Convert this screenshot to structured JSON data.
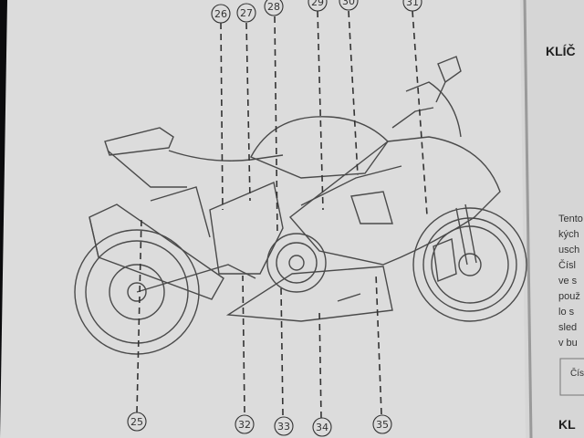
{
  "left_page": {
    "callouts": [
      {
        "id": "c25",
        "label": "25"
      },
      {
        "id": "c26",
        "label": "26"
      },
      {
        "id": "c27",
        "label": "27"
      },
      {
        "id": "c28",
        "label": "28"
      },
      {
        "id": "c29",
        "label": "29"
      },
      {
        "id": "c30",
        "label": "30"
      },
      {
        "id": "c31",
        "label": "31"
      },
      {
        "id": "c32",
        "label": "32"
      },
      {
        "id": "c33",
        "label": "33"
      },
      {
        "id": "c34",
        "label": "34"
      },
      {
        "id": "c35",
        "label": "35"
      }
    ]
  },
  "right_page": {
    "heading_top": "KLÍČ",
    "paragraph_lines": [
      "Tento",
      "kých",
      "usch",
      "Čísl",
      "ve s",
      "použ",
      "lo s",
      "sled",
      "v bu"
    ],
    "box_text": "Čís",
    "heading_bottom": "KL"
  },
  "colors": {
    "background": "#0b0b0d",
    "page_left": "#dcdcdc",
    "page_right": "#d7d7d7",
    "ink": "#333333"
  }
}
